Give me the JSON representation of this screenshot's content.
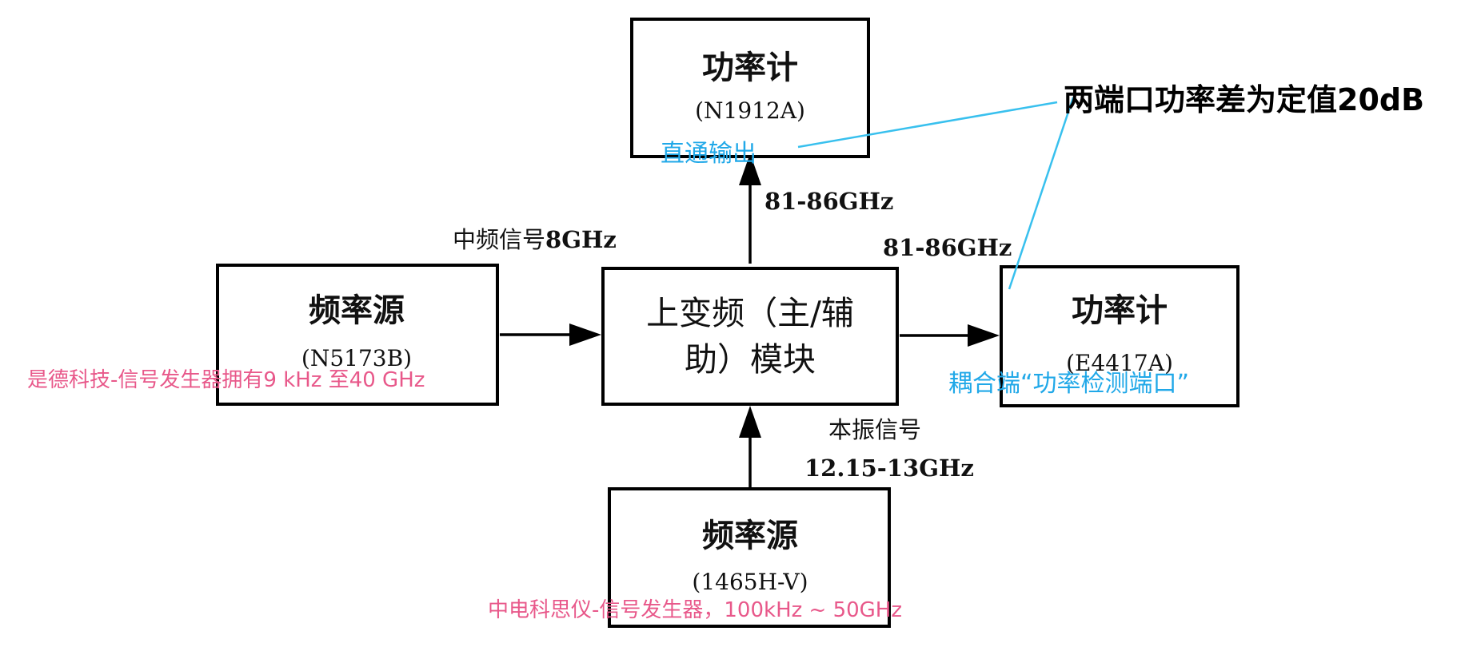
{
  "boxes": {
    "power_meter_top": {
      "title": "功率计",
      "model": "(N1912A)"
    },
    "power_meter_right": {
      "title": "功率计",
      "model": "(E4417A)"
    },
    "freq_source_left": {
      "title": "频率源",
      "model": "(N5173B)"
    },
    "freq_source_bottom": {
      "title": "频率源",
      "model": "(1465H-V)"
    },
    "upconverter": {
      "line1": "上变频（主/辅",
      "line2": "助）模块"
    }
  },
  "signals": {
    "if_label": "中频信号",
    "if_freq": "8GHz",
    "out_top": "81-86GHz",
    "out_right": "81-86GHz",
    "lo_label": "本振信号",
    "lo_freq": "12.15-13GHz"
  },
  "annotations": {
    "left_source_note": "是德科技-信号发生器拥有9 kHz 至40 GHz",
    "bottom_source_note": "中电科思仪-信号发生器，100kHz ~ 50GHz",
    "direct_output": "直通输出",
    "coupled_port": "耦合端“功率检测端口”",
    "power_difference": "两端口功率差为定值20dB"
  },
  "colors": {
    "pink": "#e8588a",
    "blue": "#20a8e8",
    "callout_line": "#38c0ee"
  }
}
